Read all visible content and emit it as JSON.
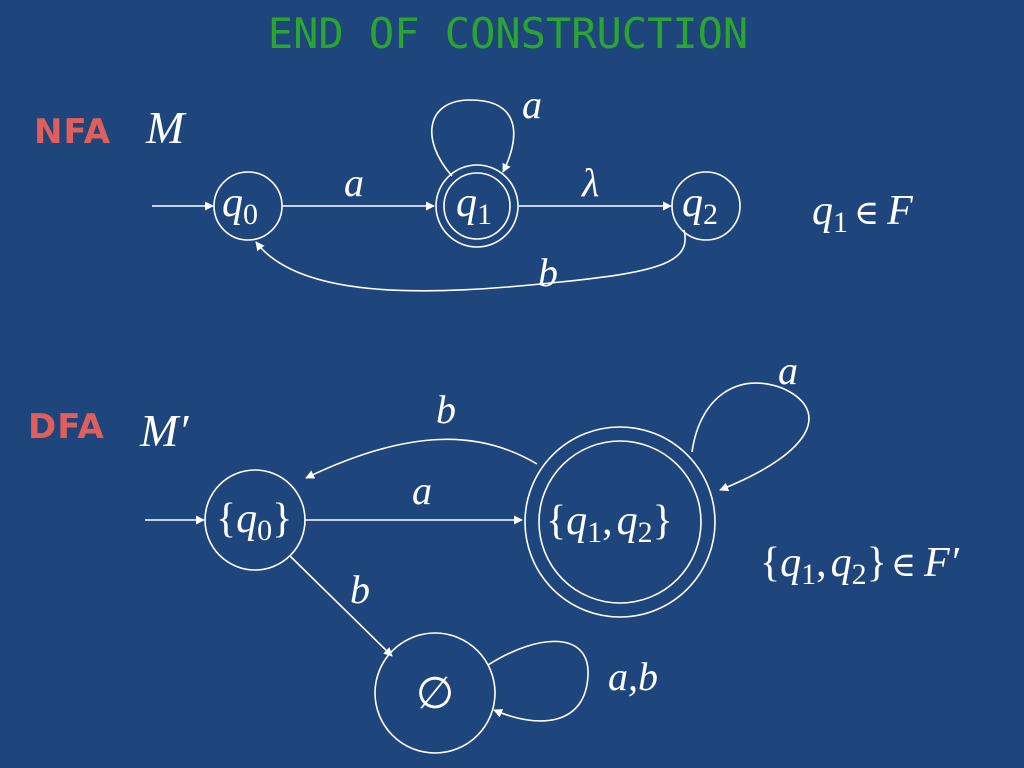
{
  "title": "END OF CONSTRUCTION",
  "nfa": {
    "tag": "NFA",
    "machine": "M",
    "states": {
      "q0": {
        "sym": "q",
        "sub": "0"
      },
      "q1": {
        "sym": "q",
        "sub": "1"
      },
      "q2": {
        "sym": "q",
        "sub": "2"
      }
    },
    "labels": {
      "loop_q1": "a",
      "q0_q1": "a",
      "q1_q2": "λ",
      "q2_q0": "b"
    },
    "final_set": {
      "sym": "q",
      "sub": "1",
      "relation": "∈",
      "set": "F"
    }
  },
  "dfa": {
    "tag": "DFA",
    "machine": "M′",
    "states": {
      "s0": {
        "sym": "q",
        "sub": "0"
      },
      "s12": {
        "sym1": "q",
        "sub1": "1",
        "sep": ",",
        "sym2": "q",
        "sub2": "2"
      },
      "empty": "∅"
    },
    "labels": {
      "loop_s12": "a",
      "s12_s0": "b",
      "s0_s12": "a",
      "s0_empty": "b",
      "loop_empty": "a,b"
    },
    "final_set": {
      "sym1": "q",
      "sub1": "1",
      "sym2": "q",
      "sub2": "2",
      "relation": "∈",
      "set": "F′"
    }
  }
}
